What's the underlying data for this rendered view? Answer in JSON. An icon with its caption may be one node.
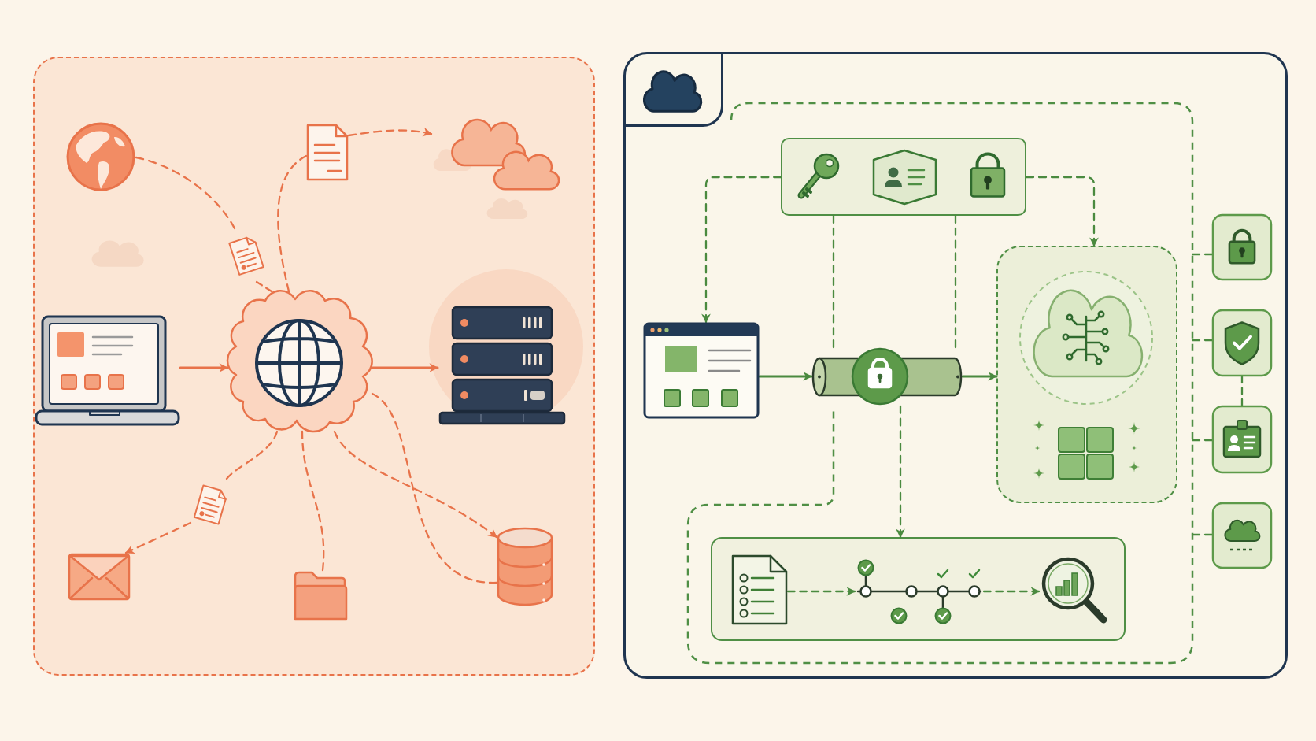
{
  "diagram": {
    "nodes": [
      {
        "text": [],
        "shape": "box"
      },
      {
        "text": [],
        "shape": "picture",
        "in": 0
      },
      {
        "text": [],
        "shape": "picture",
        "in": 0
      },
      {
        "text": [],
        "shape": "cloud",
        "in": 0
      },
      {
        "text": [],
        "shape": "picture",
        "in": 0
      },
      {
        "text": [],
        "shape": "picture",
        "in": 0
      },
      {
        "text": [],
        "shape": "picture",
        "in": 0
      },
      {
        "text": [],
        "shape": "picture",
        "in": 0
      },
      {
        "text": [],
        "shape": "picture",
        "in": 0
      },
      {
        "text": [],
        "shape": "picture",
        "in": 0
      },
      {
        "text": [],
        "shape": "picture",
        "in": 0
      },
      {
        "text": [],
        "shape": "cylinder",
        "in": 0
      },
      {
        "text": [],
        "shape": "box"
      },
      {
        "text": [],
        "shape": "cloud",
        "in": 12
      },
      {
        "text": [],
        "shape": "box",
        "in": 12
      },
      {
        "text": [],
        "shape": "box",
        "in": 14
      },
      {
        "text": [],
        "shape": "picture",
        "in": 15
      },
      {
        "text": [],
        "shape": "picture",
        "in": 15
      },
      {
        "text": [],
        "shape": "picture",
        "in": 15
      },
      {
        "text": [],
        "shape": "picture",
        "in": 12
      },
      {
        "text": [],
        "shape": "picture",
        "in": 14
      },
      {
        "text": [],
        "shape": "box",
        "in": 14
      },
      {
        "text": [],
        "shape": "picture",
        "in": 21
      },
      {
        "text": [],
        "shape": "picture",
        "in": 21
      },
      {
        "text": [],
        "shape": "box",
        "in": 14
      },
      {
        "text": [],
        "shape": "picture",
        "in": 24
      },
      {
        "text": [],
        "shape": "picture",
        "in": 24
      },
      {
        "text": [],
        "shape": "picture",
        "in": 24
      },
      {
        "text": [],
        "shape": "picture",
        "in": 12
      },
      {
        "text": [],
        "shape": "picture",
        "in": 12
      },
      {
        "text": [],
        "shape": "picture",
        "in": 12
      },
      {
        "text": [],
        "shape": "picture",
        "in": 12
      }
    ],
    "edges": [
      {
        "from": 5,
        "to": 6,
        "arrow": "to",
        "color": "#e8734a"
      },
      {
        "from": 6,
        "to": 7,
        "arrow": "to",
        "color": "#e8734a"
      },
      {
        "from": 1,
        "to": 4,
        "arrow": "none",
        "style": "dashed",
        "color": "#e8734a"
      },
      {
        "from": 4,
        "to": 6,
        "arrow": "none",
        "style": "dashed",
        "color": "#e8734a"
      },
      {
        "from": 6,
        "to": 2,
        "arrow": "none",
        "style": "dashed",
        "color": "#e8734a"
      },
      {
        "from": 2,
        "to": 3,
        "arrow": "to",
        "style": "dashed",
        "color": "#e8734a"
      },
      {
        "from": 6,
        "to": 8,
        "arrow": "none",
        "style": "dashed",
        "color": "#e8734a"
      },
      {
        "from": 8,
        "to": 9,
        "arrow": "to",
        "style": "dashed",
        "color": "#e8734a"
      },
      {
        "from": 6,
        "to": 10,
        "arrow": "none",
        "style": "dashed",
        "color": "#e8734a"
      },
      {
        "from": 6,
        "to": 11,
        "arrow": "to",
        "style": "dashed",
        "color": "#e8734a"
      },
      {
        "from": 6,
        "to": 11,
        "arrow": "none",
        "style": "dashed",
        "color": "#e8734a"
      },
      {
        "from": 19,
        "to": 20,
        "arrow": "to"
      },
      {
        "from": 20,
        "to": 21,
        "arrow": "to"
      },
      {
        "from": 15,
        "to": 19,
        "arrow": "to",
        "style": "dashed"
      },
      {
        "from": 15,
        "to": 21,
        "arrow": "to",
        "style": "dashed"
      },
      {
        "from": 15,
        "to": 20,
        "arrow": "none",
        "style": "dashed"
      },
      {
        "from": 15,
        "to": 20,
        "arrow": "none",
        "style": "dashed"
      },
      {
        "from": 20,
        "to": 24,
        "arrow": "to",
        "style": "dashed"
      },
      {
        "from": 25,
        "to": 26,
        "arrow": "to",
        "style": "dashed"
      },
      {
        "from": 26,
        "to": 27,
        "arrow": "to",
        "style": "dashed"
      },
      {
        "from": 14,
        "to": 28,
        "arrow": "none",
        "style": "dashed"
      },
      {
        "from": 14,
        "to": 29,
        "arrow": "none",
        "style": "dashed"
      },
      {
        "from": 29,
        "to": 30,
        "arrow": "none",
        "style": "dashed"
      },
      {
        "from": 14,
        "to": 30,
        "arrow": "none",
        "style": "dashed"
      },
      {
        "from": 14,
        "to": 31,
        "arrow": "none",
        "style": "dashed"
      }
    ]
  }
}
